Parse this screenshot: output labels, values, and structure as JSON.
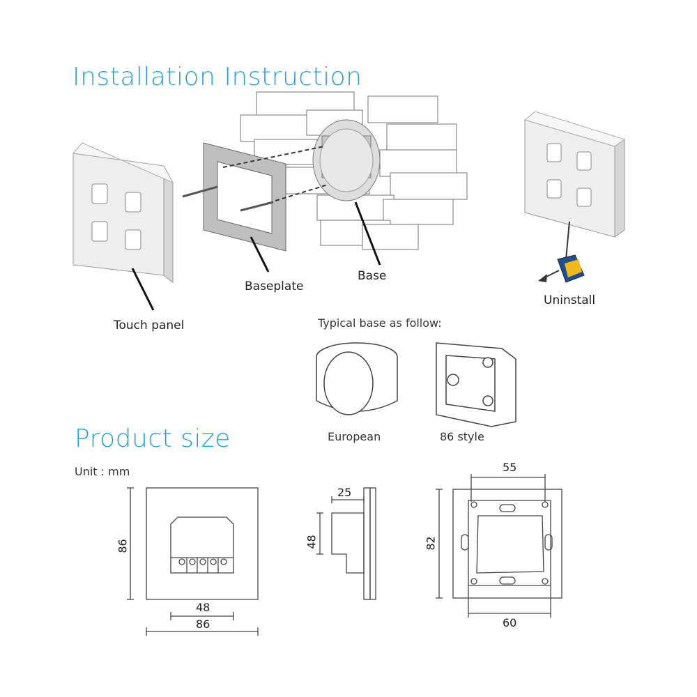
{
  "sections": {
    "installation_title": "Installation Instruction",
    "product_size_title": "Product size"
  },
  "labels": {
    "touch_panel": "Touch panel",
    "baseplate": "Baseplate",
    "base": "Base",
    "uninstall": "Uninstall",
    "typical_base": "Typical base as follow:",
    "european": "European",
    "style86": "86 style",
    "unit": "Unit : mm"
  },
  "dimensions": {
    "front_height": "86",
    "front_inner_width": "48",
    "front_width": "86",
    "side_depth": "25",
    "side_height": "48",
    "plate_top_width": "55",
    "plate_height": "82",
    "plate_bottom_width": "60"
  },
  "colors": {
    "accent": "#2a9fd6",
    "line": "#333333"
  }
}
